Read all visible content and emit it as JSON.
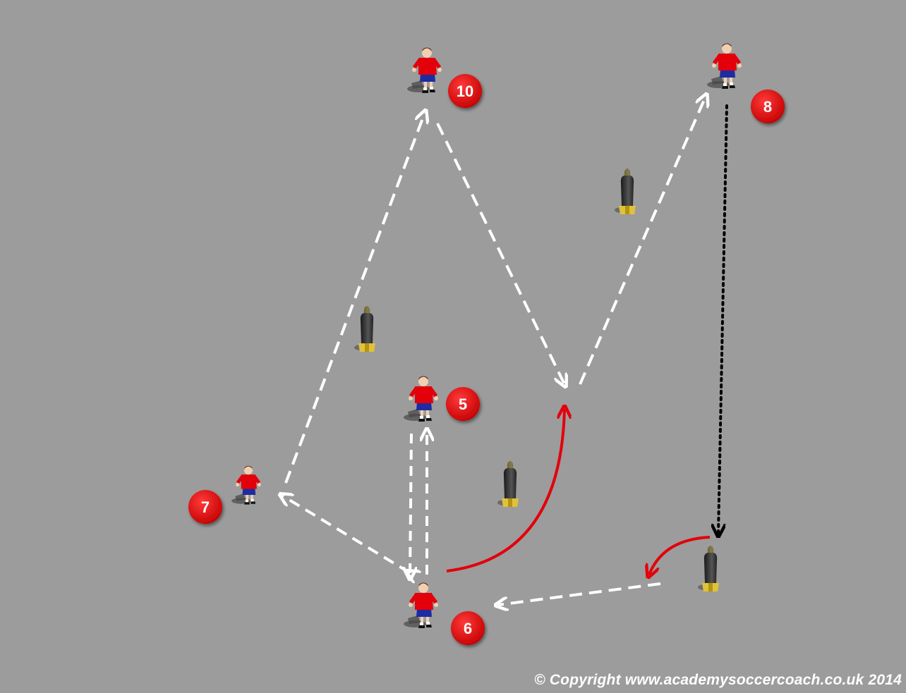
{
  "copyright": "© Copyright www.academysoccercoach.co.uk 2014",
  "colors": {
    "pitch": "#9c9c9c",
    "badge": "#e3000b",
    "pass_arrow": "#ffffff",
    "run_arrow": "#e3000b",
    "dribble_arrow": "#000000",
    "shirt": "#e3000b",
    "shorts": "#1d2ca0",
    "mannequin_base": "#e0c23a"
  },
  "players": [
    {
      "id": "player-10",
      "number": "10"
    },
    {
      "id": "player-8",
      "number": "8"
    },
    {
      "id": "player-5",
      "number": "5"
    },
    {
      "id": "player-7",
      "number": "7"
    },
    {
      "id": "player-6",
      "number": "6"
    }
  ],
  "legend_note": ""
}
